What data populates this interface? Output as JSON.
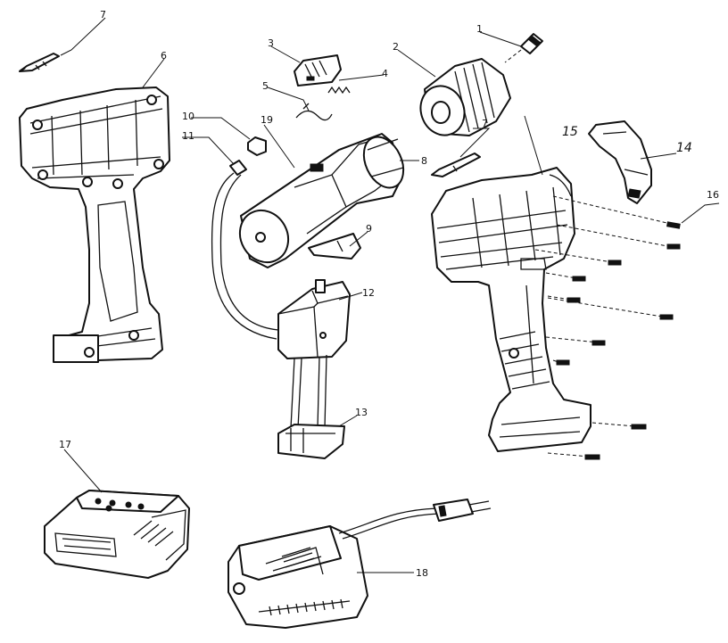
{
  "callouts": [
    {
      "id": "c1",
      "label": "1"
    },
    {
      "id": "c2",
      "label": "2"
    },
    {
      "id": "c3",
      "label": "3"
    },
    {
      "id": "c4",
      "label": "4"
    },
    {
      "id": "c5",
      "label": "5"
    },
    {
      "id": "c6",
      "label": "6"
    },
    {
      "id": "c7a",
      "label": "7"
    },
    {
      "id": "c7b",
      "label": "7"
    },
    {
      "id": "c8",
      "label": "8"
    },
    {
      "id": "c9",
      "label": "9"
    },
    {
      "id": "c10",
      "label": "10"
    },
    {
      "id": "c11",
      "label": "11"
    },
    {
      "id": "c12",
      "label": "12"
    },
    {
      "id": "c13",
      "label": "13"
    },
    {
      "id": "c14",
      "label": "14"
    },
    {
      "id": "c15",
      "label": "15"
    },
    {
      "id": "c16",
      "label": "16"
    },
    {
      "id": "c17",
      "label": "17"
    },
    {
      "id": "c18",
      "label": "18"
    },
    {
      "id": "c19",
      "label": "19"
    }
  ]
}
